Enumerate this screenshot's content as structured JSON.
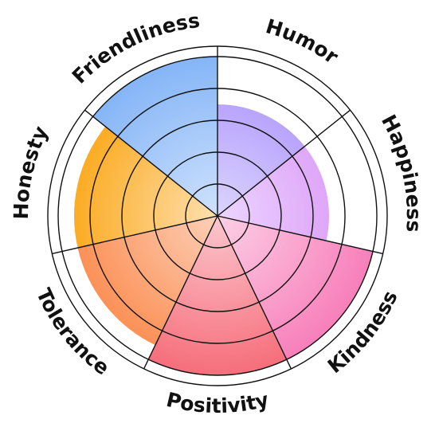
{
  "chart_data": {
    "type": "radial-bar",
    "categories": [
      "Humor",
      "Happiness",
      "Kindness",
      "Positivity",
      "Tolerance",
      "Honesty",
      "Friendliness"
    ],
    "values": [
      7,
      7,
      10,
      10,
      9,
      9,
      10
    ],
    "rmax": 10,
    "ring_levels": [
      2,
      4,
      6,
      8,
      10
    ],
    "colors": [
      "#a98ffb",
      "#d992f6",
      "#f87fba",
      "#f66e7b",
      "#fb8a4c",
      "#fca614",
      "#85b5f7"
    ],
    "colors_light": [
      "#dcd5ff",
      "#ecd6ff",
      "#fcd0e6",
      "#fcc7ce",
      "#fdd0b8",
      "#fde0b0",
      "#cfe2fd"
    ]
  }
}
